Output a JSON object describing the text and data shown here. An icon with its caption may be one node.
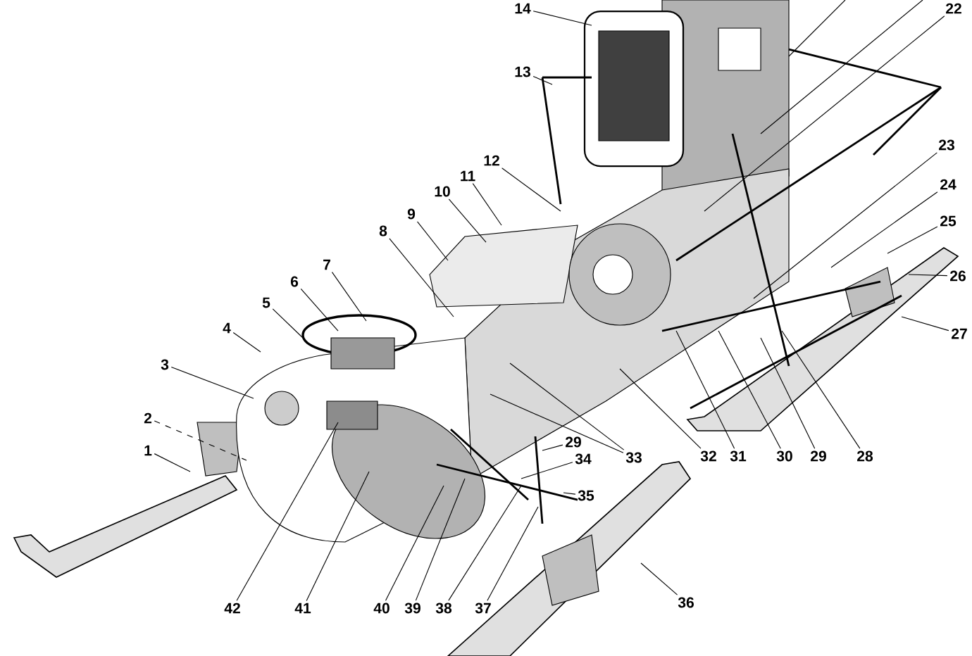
{
  "diagram": {
    "nodes": [
      {
        "text": [
          "1"
        ]
      },
      {
        "text": [
          "2"
        ]
      },
      {
        "text": [
          "3"
        ]
      },
      {
        "text": [
          "4"
        ]
      },
      {
        "text": [
          "5"
        ]
      },
      {
        "text": [
          "6"
        ]
      },
      {
        "text": [
          "7"
        ]
      },
      {
        "text": [
          "8"
        ]
      },
      {
        "text": [
          "9"
        ]
      },
      {
        "text": [
          "10"
        ]
      },
      {
        "text": [
          "11"
        ]
      },
      {
        "text": [
          "12"
        ]
      },
      {
        "text": [
          "13"
        ]
      },
      {
        "text": [
          "14"
        ]
      },
      {
        "text": [
          "22"
        ]
      },
      {
        "text": [
          "23"
        ]
      },
      {
        "text": [
          "24"
        ]
      },
      {
        "text": [
          "25"
        ]
      },
      {
        "text": [
          "26"
        ]
      },
      {
        "text": [
          "27"
        ]
      },
      {
        "text": [
          "28"
        ]
      },
      {
        "text": [
          "29"
        ]
      },
      {
        "text": [
          "30"
        ]
      },
      {
        "text": [
          "31"
        ]
      },
      {
        "text": [
          "32"
        ]
      },
      {
        "text": [
          "33"
        ]
      },
      {
        "text": [
          "29"
        ]
      },
      {
        "text": [
          "34"
        ]
      },
      {
        "text": [
          "35"
        ]
      },
      {
        "text": [
          "36"
        ]
      },
      {
        "text": [
          "37"
        ]
      },
      {
        "text": [
          "38"
        ]
      },
      {
        "text": [
          "39"
        ]
      },
      {
        "text": [
          "40"
        ]
      },
      {
        "text": [
          "41"
        ]
      },
      {
        "text": [
          "42"
        ]
      }
    ],
    "edges": [
      {
        "from": 0,
        "to": null,
        "arrow": "none"
      },
      {
        "from": 1,
        "to": null,
        "arrow": "none",
        "style": "dashed"
      },
      {
        "from": 2,
        "to": null,
        "arrow": "none"
      },
      {
        "from": 3,
        "to": null,
        "arrow": "none"
      },
      {
        "from": 4,
        "to": null,
        "arrow": "none"
      },
      {
        "from": 5,
        "to": null,
        "arrow": "none"
      },
      {
        "from": 6,
        "to": null,
        "arrow": "none"
      },
      {
        "from": 7,
        "to": null,
        "arrow": "none"
      },
      {
        "from": 8,
        "to": null,
        "arrow": "none"
      },
      {
        "from": 9,
        "to": null,
        "arrow": "none"
      },
      {
        "from": 10,
        "to": null,
        "arrow": "none"
      },
      {
        "from": 11,
        "to": null,
        "arrow": "none"
      },
      {
        "from": 12,
        "to": null,
        "arrow": "none"
      },
      {
        "from": 13,
        "to": null,
        "arrow": "none"
      },
      {
        "from": 14,
        "to": null,
        "arrow": "none"
      },
      {
        "from": 15,
        "to": null,
        "arrow": "none"
      },
      {
        "from": 16,
        "to": null,
        "arrow": "none"
      },
      {
        "from": 17,
        "to": null,
        "arrow": "none"
      },
      {
        "from": 18,
        "to": null,
        "arrow": "none"
      },
      {
        "from": 19,
        "to": null,
        "arrow": "none"
      },
      {
        "from": 20,
        "to": null,
        "arrow": "none"
      },
      {
        "from": 21,
        "to": null,
        "arrow": "none"
      },
      {
        "from": 22,
        "to": null,
        "arrow": "none"
      },
      {
        "from": 23,
        "to": null,
        "arrow": "none"
      },
      {
        "from": 24,
        "to": null,
        "arrow": "none"
      },
      {
        "from": 25,
        "to": null,
        "arrow": "none"
      },
      {
        "from": 25,
        "to": null,
        "arrow": "none"
      },
      {
        "from": 26,
        "to": null,
        "arrow": "none"
      },
      {
        "from": 27,
        "to": null,
        "arrow": "none"
      },
      {
        "from": 28,
        "to": null,
        "arrow": "none"
      },
      {
        "from": 29,
        "to": null,
        "arrow": "none"
      },
      {
        "from": 30,
        "to": null,
        "arrow": "none"
      },
      {
        "from": 31,
        "to": null,
        "arrow": "none"
      },
      {
        "from": 32,
        "to": null,
        "arrow": "none"
      },
      {
        "from": 33,
        "to": null,
        "arrow": "none"
      },
      {
        "from": 34,
        "to": null,
        "arrow": "none"
      },
      {
        "from": 35,
        "to": null,
        "arrow": "none"
      }
    ]
  }
}
